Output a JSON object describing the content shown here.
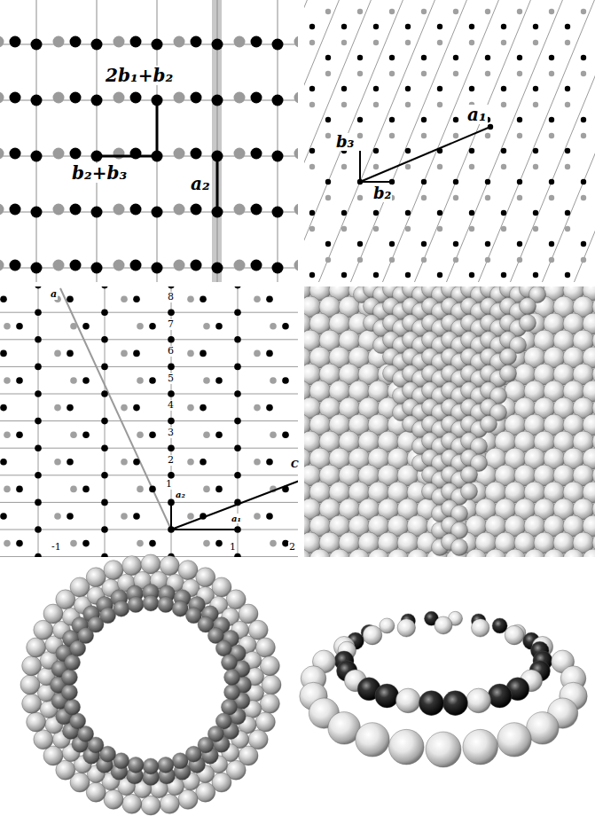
{
  "diagram": {
    "labels": [
      "2b₁+b₂",
      "a₂",
      "b₂+b₃",
      "b₃",
      "a₁",
      "b₂",
      "a",
      "8",
      "7",
      "6",
      "5",
      "4",
      "3",
      "2",
      "1",
      "a₂",
      "C",
      "a₁",
      "-1",
      "1",
      "2"
    ]
  }
}
